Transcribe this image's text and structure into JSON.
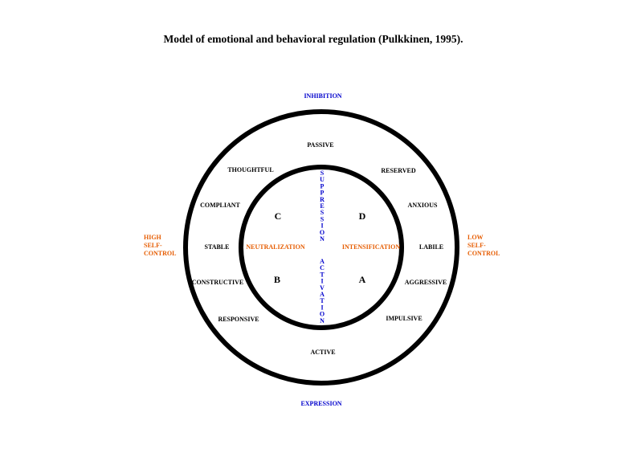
{
  "title": "Model of emotional and behavioral regulation (Pulkkinen, 1995).",
  "colors": {
    "blue": "#0000cc",
    "orange": "#e65c00",
    "black": "#000000"
  },
  "poles": {
    "top": "INHIBITION",
    "bottom": "EXPRESSION",
    "left": [
      "HIGH",
      "SELF-",
      "CONTROL"
    ],
    "right": [
      "LOW",
      "SELF-",
      "CONTROL"
    ]
  },
  "outer_ring": {
    "passive": "PASSIVE",
    "reserved": "RESERVED",
    "anxious": "ANXIOUS",
    "labile": "LABILE",
    "aggressive": "AGGRESSIVE",
    "impulsive": "IMPULSIVE",
    "active": "ACTIVE",
    "responsive": "RESPONSIVE",
    "constructive": "CONSTRUCTIVE",
    "stable": "STABLE",
    "compliant": "COMPLIANT",
    "thoughtful": "THOUGHTFUL"
  },
  "inner": {
    "neutralization": "NEUTRALIZATION",
    "intensification": "INTENSIFICATION",
    "suppression": "SUPPRESSION",
    "activation": "ACTIVATION"
  },
  "quadrants": {
    "c": "C",
    "d": "D",
    "b": "B",
    "a": "A"
  }
}
